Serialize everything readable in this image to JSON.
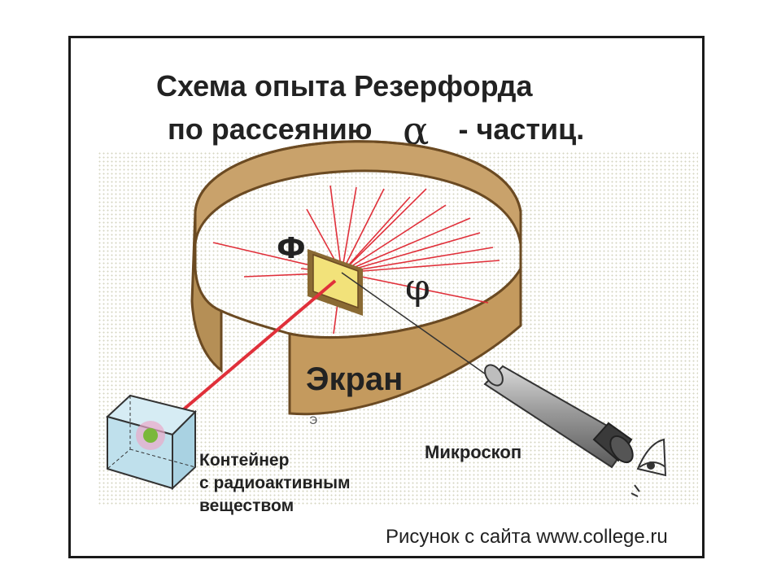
{
  "title": {
    "line1": "Схема опыта Резерфорда",
    "line2": "по рассеянию",
    "alpha": "α",
    "line2_end": "- частиц."
  },
  "labels": {
    "foil": "Ф",
    "angle": "φ",
    "screen": "Экран",
    "screen_small": "Э",
    "container": [
      "Контейнер",
      "с радиоактивным",
      "веществом"
    ],
    "microscope": "Микроскоп"
  },
  "credit": "Рисунок с сайта www.college.ru",
  "colors": {
    "ring_outer": "#b58f56",
    "ring_inner": "#c9a26b",
    "ring_edge": "#6b4a22",
    "foil": "#f2e27a",
    "foil_frame": "#8a6a33",
    "ray": "#e0303a",
    "container": "#bfe0ec",
    "microscope": "#8c8c8c"
  },
  "icons": {
    "eye": "eye-icon",
    "microscope": "microscope-icon",
    "container": "radioactive-container-icon"
  }
}
